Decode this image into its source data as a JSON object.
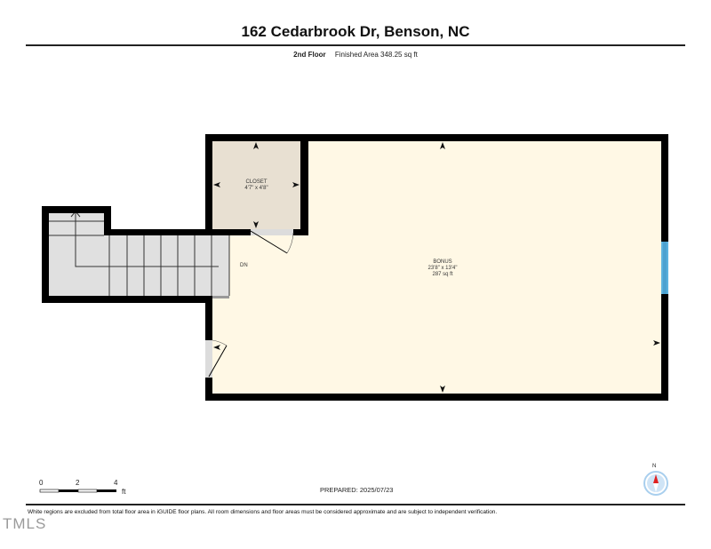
{
  "header": {
    "title": "162 Cedarbrook Dr, Benson, NC",
    "floor_label": "2nd Floor",
    "area_text": "Finished Area 348.25 sq ft"
  },
  "rooms": [
    {
      "name": "CLOSET",
      "dimensions": "4'7\" x 4'8\"",
      "area": ""
    },
    {
      "name": "BONUS",
      "dimensions": "23'8\" x 13'4\"",
      "area": "287 sq ft"
    }
  ],
  "stairs": {
    "label": "DN"
  },
  "scale_bar": {
    "ticks": [
      "0",
      "2",
      "4"
    ],
    "unit": "ft"
  },
  "compass": {
    "label": "N"
  },
  "footer": {
    "prepared": "PREPARED: 2025/07/23",
    "disclaimer": "White regions are excluded from total floor area in iGUIDE floor plans. All room dimensions and floor areas must be considered approximate and are subject to independent verification.",
    "watermark": "TMLS"
  },
  "colors": {
    "wall": "#000000",
    "closet_fill": "#e8e0d2",
    "bonus_fill": "#fff8e5",
    "stair_fill": "#e0e0e0",
    "window": "#5bb2de",
    "compass_ring": "#a9cfee",
    "compass_needle": "#e02020"
  }
}
